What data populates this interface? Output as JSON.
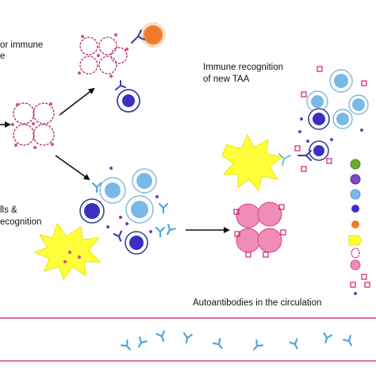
{
  "labels": {
    "tumor_immune_line1": "or immune",
    "tumor_immune_line2": "e",
    "immune_recognition_line1": "Immune recognition",
    "immune_recognition_line2": "of new TAA",
    "cells_line1": "lls &",
    "cells_line2": "ecognition",
    "autoantibodies": "Autoantibodies in the circulation"
  },
  "colors": {
    "tumor_outline": "#b0206a",
    "tumor_dot": "#d0508f",
    "orange_cell": "#f07a2a",
    "dark_blue_cell": "#3a2fc0",
    "light_blue_cell": "#7ab9e6",
    "outline_blue": "#7fb8d8",
    "antibody": "#4fa6dc",
    "yellow_burst": "#ffff3a",
    "pink_cluster": "#f08cb8",
    "red_square": "#d0206a",
    "purple_dot": "#6a40b0",
    "vessel": "#c8408a",
    "green_cell": "#6cac2c",
    "purple_cell": "#7a4cc0",
    "arrow": "#111111"
  }
}
